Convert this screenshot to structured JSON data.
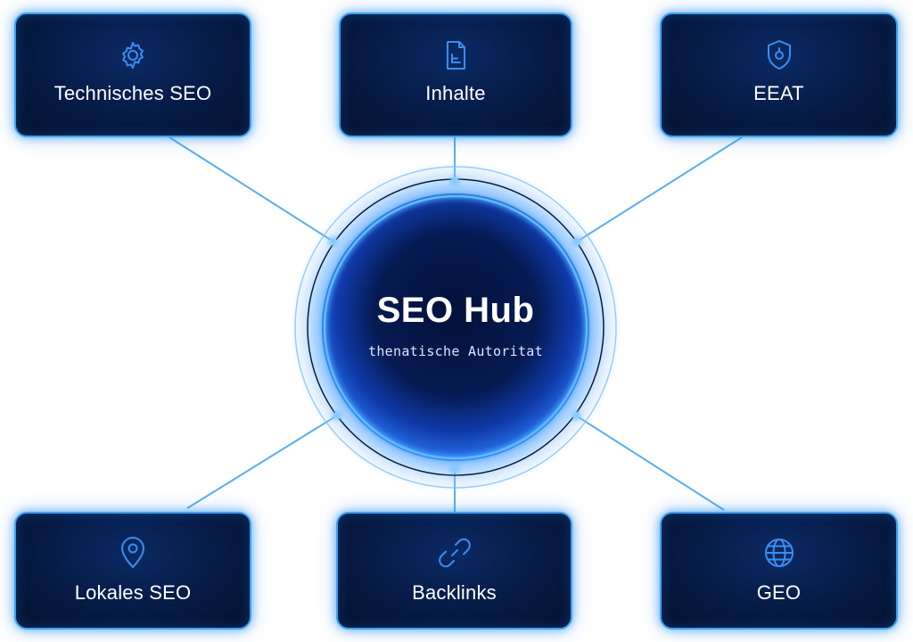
{
  "hub": {
    "title": "SEO Hub",
    "subtitle": "thenatische Autoritat"
  },
  "nodes": [
    {
      "id": "technical",
      "label": "Technisches SEO",
      "icon": "gear-icon"
    },
    {
      "id": "content",
      "label": "Inhalte",
      "icon": "document-icon"
    },
    {
      "id": "eeat",
      "label": "EEAT",
      "icon": "shield-icon"
    },
    {
      "id": "local",
      "label": "Lokales SEO",
      "icon": "location-pin-icon"
    },
    {
      "id": "backlinks",
      "label": "Backlinks",
      "icon": "link-icon"
    },
    {
      "id": "geo",
      "label": "GEO",
      "icon": "globe-icon"
    }
  ],
  "colors": {
    "card_border": "#3aa2f0",
    "card_fill": "#061a45",
    "icon_stroke": "#3a8ef2",
    "connector": "#5aaef0",
    "hub_glow": "#3e8ef6",
    "text": "#ffffff"
  }
}
